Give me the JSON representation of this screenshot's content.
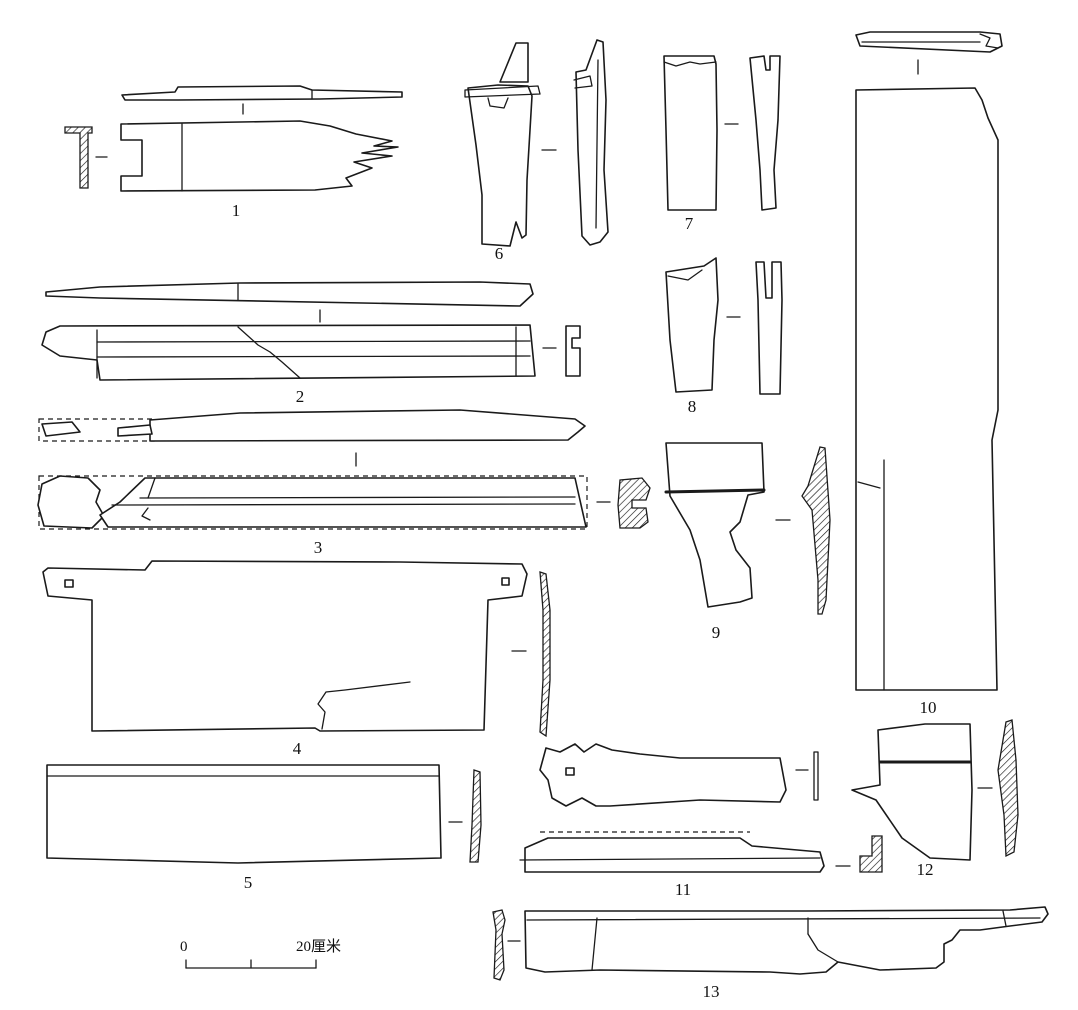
{
  "figure_labels": [
    "1",
    "2",
    "3",
    "4",
    "5",
    "6",
    "7",
    "8",
    "9",
    "10",
    "11",
    "12",
    "13"
  ],
  "scale_bar": {
    "start_label": "0",
    "end_label": "20厘米"
  }
}
